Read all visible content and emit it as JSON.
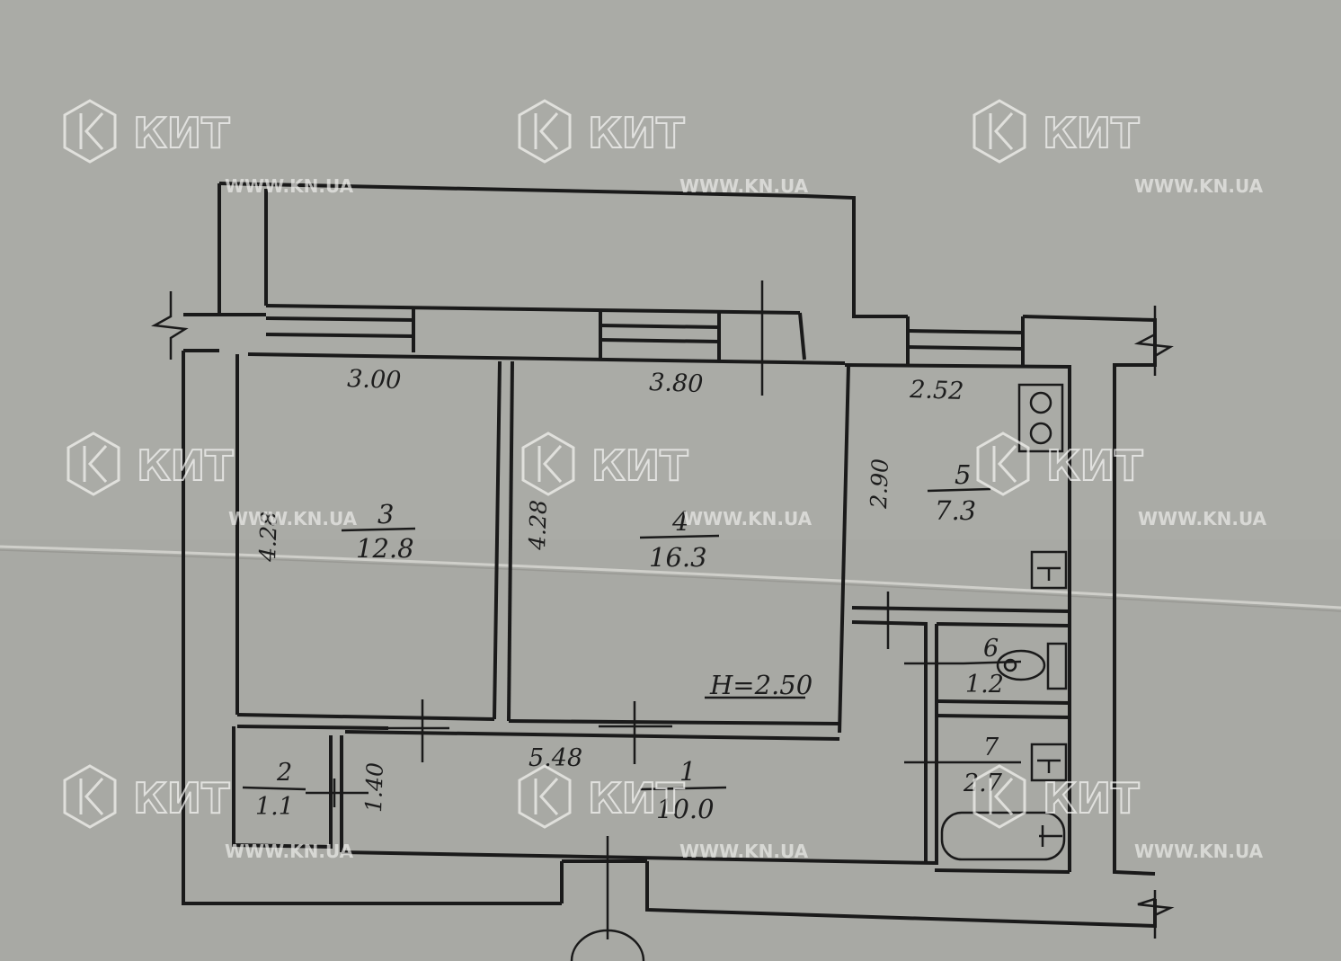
{
  "plan": {
    "ceiling_height": "H=2.50",
    "dimensions": {
      "room3_width": "3.00",
      "room4_width": "3.80",
      "room5_width": "2.52",
      "room3_depth": "4.28",
      "room4_depth": "4.28",
      "room5_depth": "2.90",
      "corridor_length": "5.48",
      "room2_depth": "1.40"
    },
    "rooms": [
      {
        "number": "1",
        "area": "10.0"
      },
      {
        "number": "2",
        "area": "1.1"
      },
      {
        "number": "3",
        "area": "12.8"
      },
      {
        "number": "4",
        "area": "16.3"
      },
      {
        "number": "5",
        "area": "7.3"
      },
      {
        "number": "6",
        "area": "1.2"
      },
      {
        "number": "7",
        "area": "2.7"
      }
    ]
  },
  "watermark": {
    "brand": "КИТ",
    "url": "WWW.KN.UA"
  }
}
